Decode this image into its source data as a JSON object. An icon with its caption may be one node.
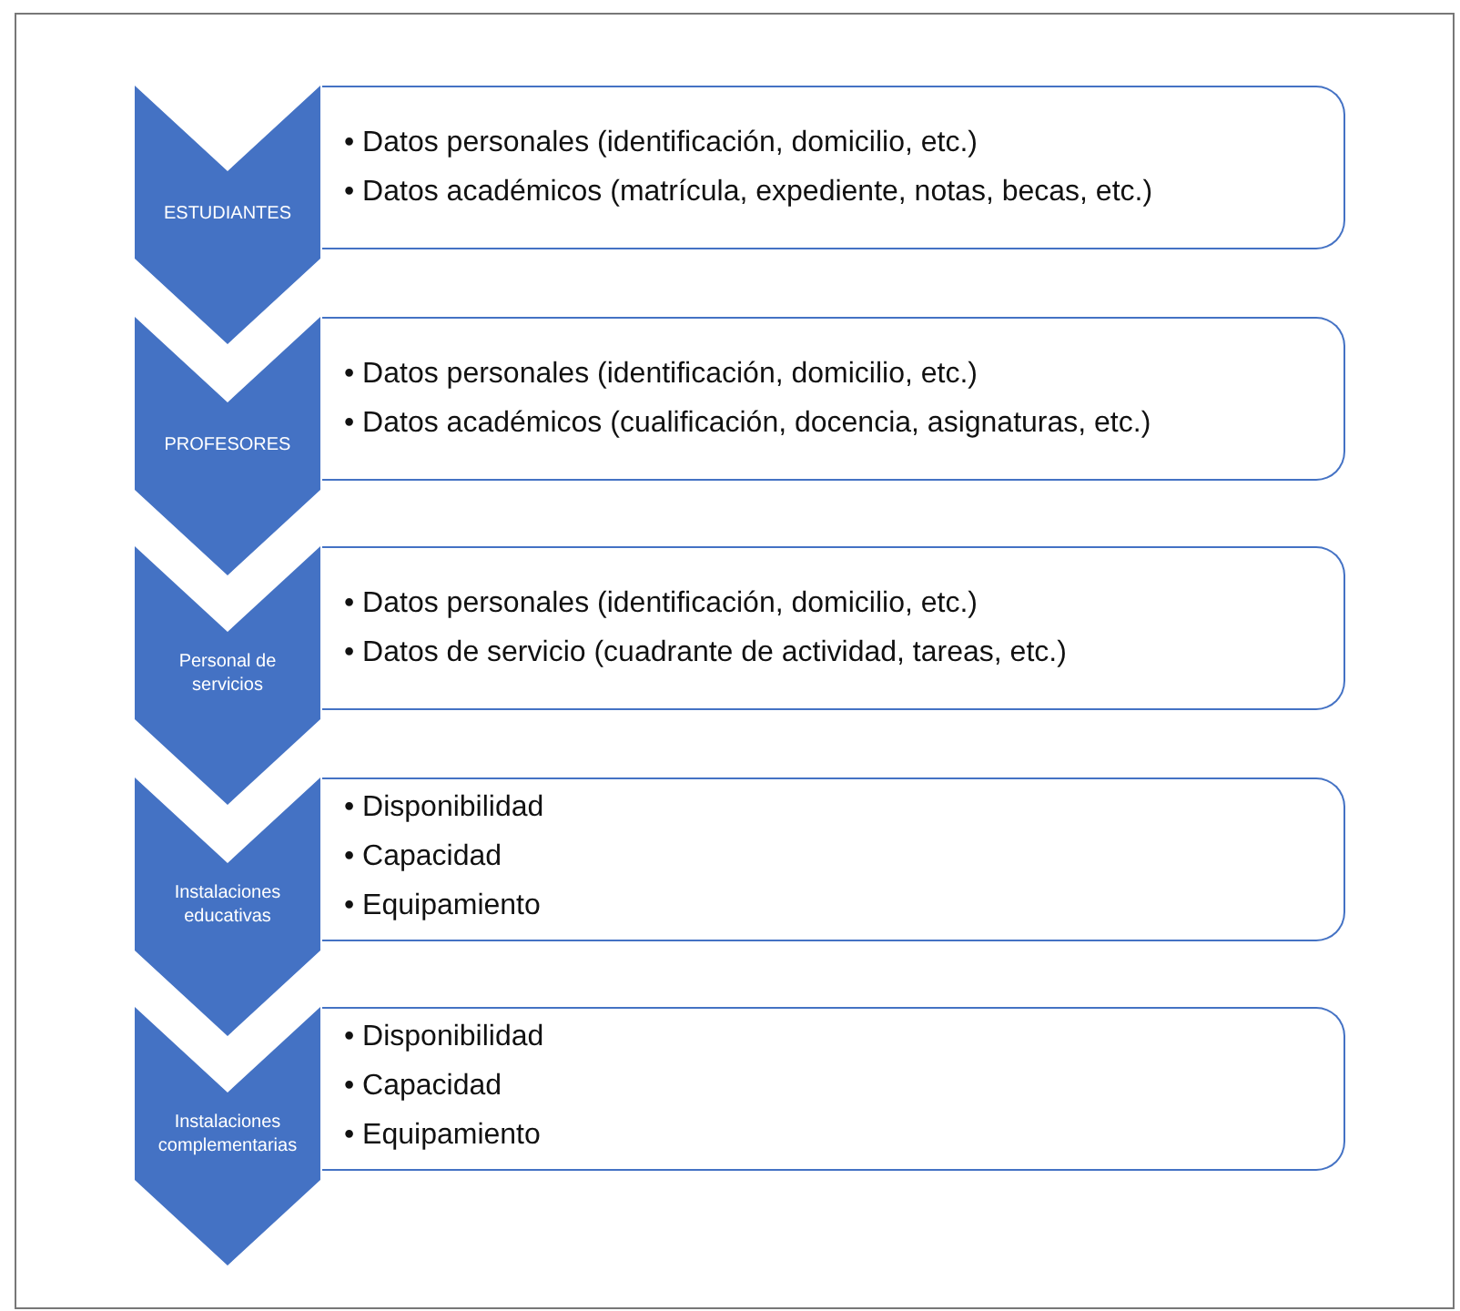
{
  "diagram": {
    "nodes": [
      {
        "text": [
          "ESTUDIANTES"
        ]
      },
      {
        "text": [
          "• Datos personales (identificación, domicilio, etc.)",
          "• Datos académicos (matrícula, expediente, notas, becas, etc.)"
        ]
      },
      {
        "text": [
          "PROFESORES"
        ]
      },
      {
        "text": [
          "• Datos personales (identificación, domicilio, etc.)",
          "• Datos académicos (cualificación, docencia, asignaturas, etc.)"
        ]
      },
      {
        "text": [
          "Personal de servicios"
        ]
      },
      {
        "text": [
          "• Datos personales (identificación, domicilio, etc.)",
          "• Datos de servicio (cuadrante de actividad, tareas, etc.)"
        ]
      },
      {
        "text": [
          "Instalaciones educativas"
        ]
      },
      {
        "text": [
          "• Disponibilidad",
          "• Capacidad",
          "• Equipamiento"
        ]
      },
      {
        "text": [
          "Instalaciones complementarias"
        ]
      },
      {
        "text": [
          "• Disponibilidad",
          "• Capacidad",
          "• Equipamiento"
        ]
      }
    ]
  }
}
